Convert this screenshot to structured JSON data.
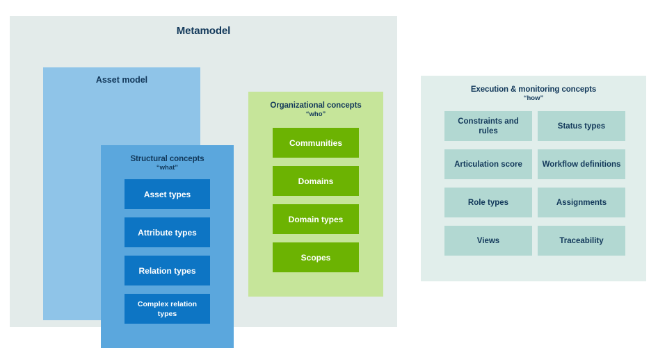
{
  "diagram": {
    "title": "Metamodel",
    "colors": {
      "canvas": "#ffffff",
      "metamodel_bg": "#e3ebea",
      "asset_model_bg": "#8fc4e8",
      "structural_bg": "#5ba7dd",
      "structural_item_bg": "#0d75c4",
      "organizational_bg": "#c6e59a",
      "organizational_item_bg": "#6cb302",
      "execution_bg": "#e1eeeb",
      "execution_item_bg": "#b2d8d2",
      "heading_text": "#12385a",
      "item_text_light": "#ffffff"
    },
    "asset_model": {
      "title": "Asset model",
      "structural": {
        "title": "Structural concepts",
        "subtitle": "“what”",
        "items": [
          {
            "label": "Asset types"
          },
          {
            "label": "Attribute types"
          },
          {
            "label": "Relation types"
          },
          {
            "label": "Complex relation types"
          }
        ]
      }
    },
    "organizational": {
      "title": "Organizational concepts",
      "subtitle": "“who”",
      "items": [
        {
          "label": "Communities"
        },
        {
          "label": "Domains"
        },
        {
          "label": "Domain types"
        },
        {
          "label": "Scopes"
        }
      ]
    },
    "execution": {
      "title": "Execution & monitoring concepts",
      "subtitle": "“how”",
      "items_left": [
        {
          "label": "Constraints and rules"
        },
        {
          "label": "Articulation score"
        },
        {
          "label": "Role types"
        },
        {
          "label": "Views"
        }
      ],
      "items_right": [
        {
          "label": "Status types"
        },
        {
          "label": "Workflow definitions"
        },
        {
          "label": "Assignments"
        },
        {
          "label": "Traceability"
        }
      ]
    }
  }
}
